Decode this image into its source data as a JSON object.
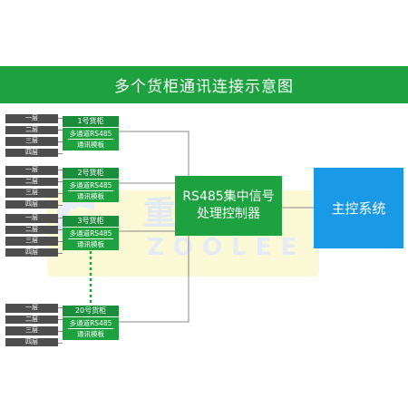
{
  "title": "多个货柜通讯连接示意图",
  "floor_labels": [
    "一层",
    "二层",
    "三层",
    "四层"
  ],
  "cabinets": [
    {
      "name": "1号货柜",
      "module_line1": "多通道RS485",
      "module_line2": "通讯模板"
    },
    {
      "name": "2号货柜",
      "module_line1": "多通道RS485",
      "module_line2": "通讯模板"
    },
    {
      "name": "3号货柜",
      "module_line1": "多通道RS485",
      "module_line2": "通讯模板"
    },
    {
      "name": "20号货柜",
      "module_line1": "多通道RS485",
      "module_line2": "通讯模板"
    }
  ],
  "processor": {
    "line1": "RS485集中信号",
    "line2": "处理控制器"
  },
  "main_system": {
    "label": "主控系统"
  },
  "watermark": {
    "cn": "重力",
    "en": "ZOOLEE"
  },
  "colors": {
    "green": "#1ea23f",
    "dark_green": "#1a8e3c",
    "blue": "#1999e6",
    "floor_gray": "#4e4e4e"
  }
}
